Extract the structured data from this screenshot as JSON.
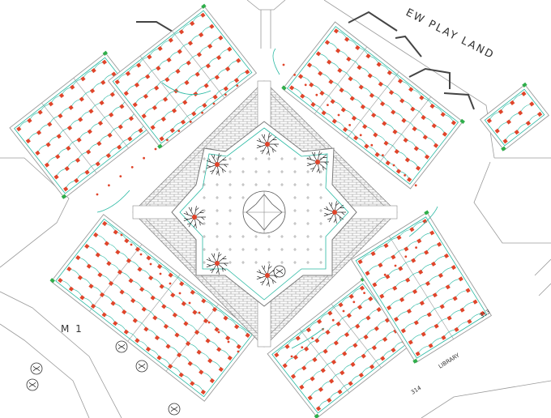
{
  "labels": {
    "play_land": "EW PLAY LAND",
    "m1": "M 1",
    "library": "LIBRARY",
    "room_313": "313",
    "room_314": "314"
  },
  "colors": {
    "background": "#ffffff",
    "building_outline": "#9a9a9a",
    "wiring": "#29b9a3",
    "fixture": "#e0452b",
    "tree": "#222222",
    "paving": "#8a8a8a",
    "heavy_wall": "#444444",
    "junction": "#2fae4a"
  }
}
